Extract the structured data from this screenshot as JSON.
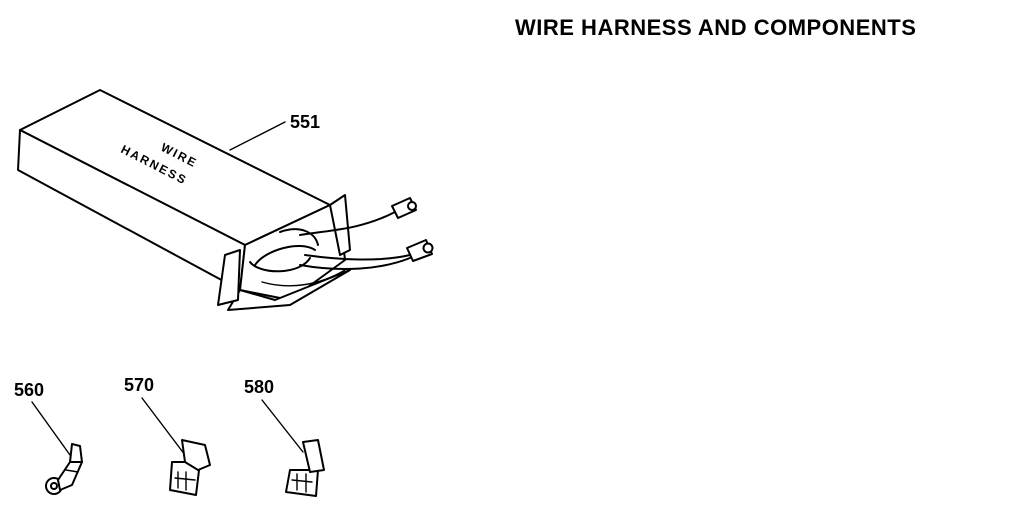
{
  "title": "WIRE HARNESS AND COMPONENTS",
  "box_label": {
    "line1": "WIRE",
    "line2": "HARNESS"
  },
  "parts": [
    {
      "number": "551",
      "name": "Wire harness"
    },
    {
      "number": "560"
    },
    {
      "number": "570"
    },
    {
      "number": "580"
    }
  ]
}
